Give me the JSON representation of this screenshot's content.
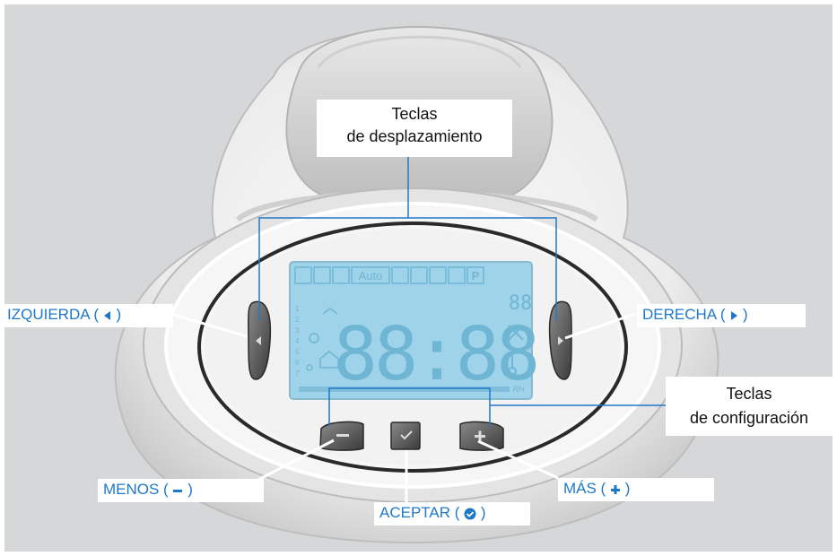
{
  "labels": {
    "scroll_keys": "Teclas\nde desplazamiento",
    "left": "IZQUIERDA (",
    "left_close": ")",
    "right": "DERECHA (",
    "right_close": ")",
    "config_keys": "Teclas\nde configuración",
    "minus": "MENOS (",
    "minus_close": ")",
    "plus": "MÁS (",
    "plus_close": ")",
    "accept": "ACEPTAR (",
    "accept_close": ")"
  },
  "lcd": {
    "top_icons": [
      "Auto",
      "P"
    ],
    "digits": "88:88",
    "small_digits": "88",
    "days": [
      "1",
      "2",
      "3",
      "4",
      "5",
      "6",
      "7"
    ],
    "rh": "RH"
  },
  "colors": {
    "accent": "#1e78c8",
    "leader_line": "#1e78c8",
    "lcd_bg": "#9fd3ea",
    "lcd_segment": "#6fb6d4",
    "background": "#d6d7d9"
  },
  "icons": {
    "left": "triangle-left-icon",
    "right": "triangle-right-icon",
    "minus": "minus-icon",
    "plus": "plus-icon",
    "accept": "check-icon"
  }
}
